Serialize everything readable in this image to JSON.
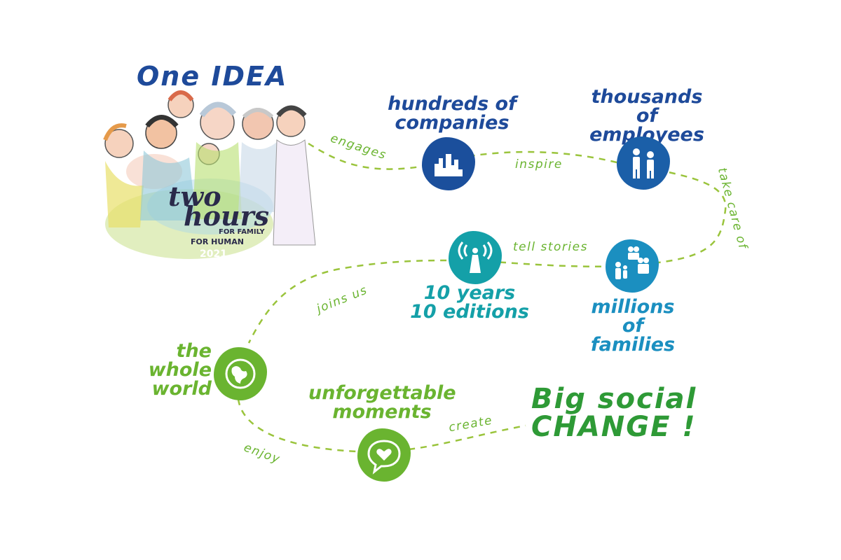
{
  "headline": "One IDEA",
  "logo": {
    "line1": "two",
    "line2": "hours",
    "line3": "FOR FAMILY",
    "line4": "FOR HUMAN",
    "year": "2021"
  },
  "nodes": {
    "companies": "hundreds of companies",
    "employees": "thousands of employees",
    "families": "millions of families",
    "editions": "10 years 10 editions",
    "world": "the whole world",
    "moments": "unforgettable moments",
    "change": "Big social CHANGE !"
  },
  "connectors": {
    "engages": "engages",
    "inspire": "inspire",
    "take_care_of": "take care of",
    "tell_stories": "tell stories",
    "joins_us": "joins us",
    "enjoy": "enjoy",
    "create": "create"
  },
  "colors": {
    "navy": "#1e4a9a",
    "blue": "#1b5fa8",
    "teal": "#14a0a8",
    "sky": "#1b8fc0",
    "green": "#6ab430",
    "dark_green": "#2e9a36",
    "dash": "#9ac43c"
  },
  "icons": {
    "companies": "city-skyline-icon",
    "employees": "people-pair-icon",
    "families": "family-group-icon",
    "editions": "broadcast-tower-icon",
    "world": "globe-icon",
    "moments": "heart-speech-bubble-icon"
  }
}
